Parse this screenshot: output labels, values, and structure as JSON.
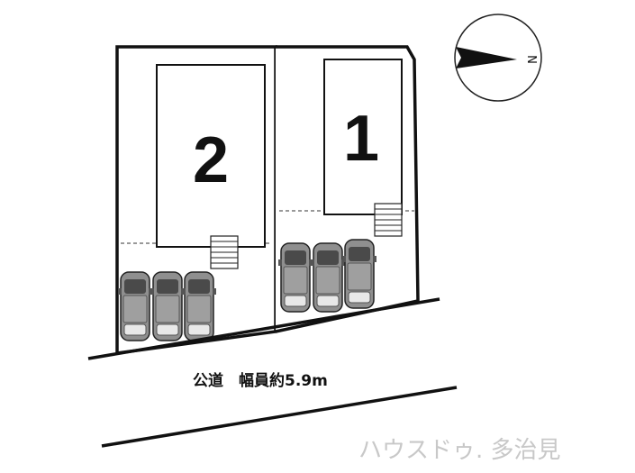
{
  "lots": [
    {
      "id": "lot-2",
      "number": "2",
      "parking_spaces": 3
    },
    {
      "id": "lot-1",
      "number": "1",
      "parking_spaces": 3
    }
  ],
  "road": {
    "label": "公道　幅員約5.9m"
  },
  "compass": {
    "north_label": "N"
  },
  "watermark": {
    "text": "ハウスドゥ. 多治見"
  },
  "colors": {
    "line": "#111111",
    "car_body": "#9a9a9a",
    "car_dark": "#4a4a4a",
    "watermark": "#c8c8c8"
  }
}
